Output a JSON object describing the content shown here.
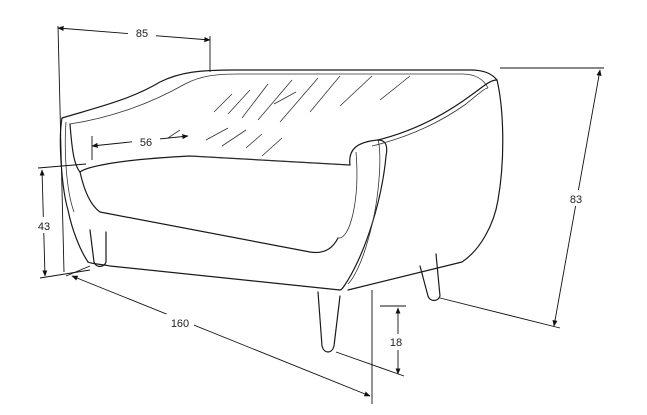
{
  "dimensions": {
    "width": "85",
    "seat_depth": "56",
    "seat_height": "43",
    "total_length": "160",
    "height": "83",
    "leg_height": "18"
  }
}
